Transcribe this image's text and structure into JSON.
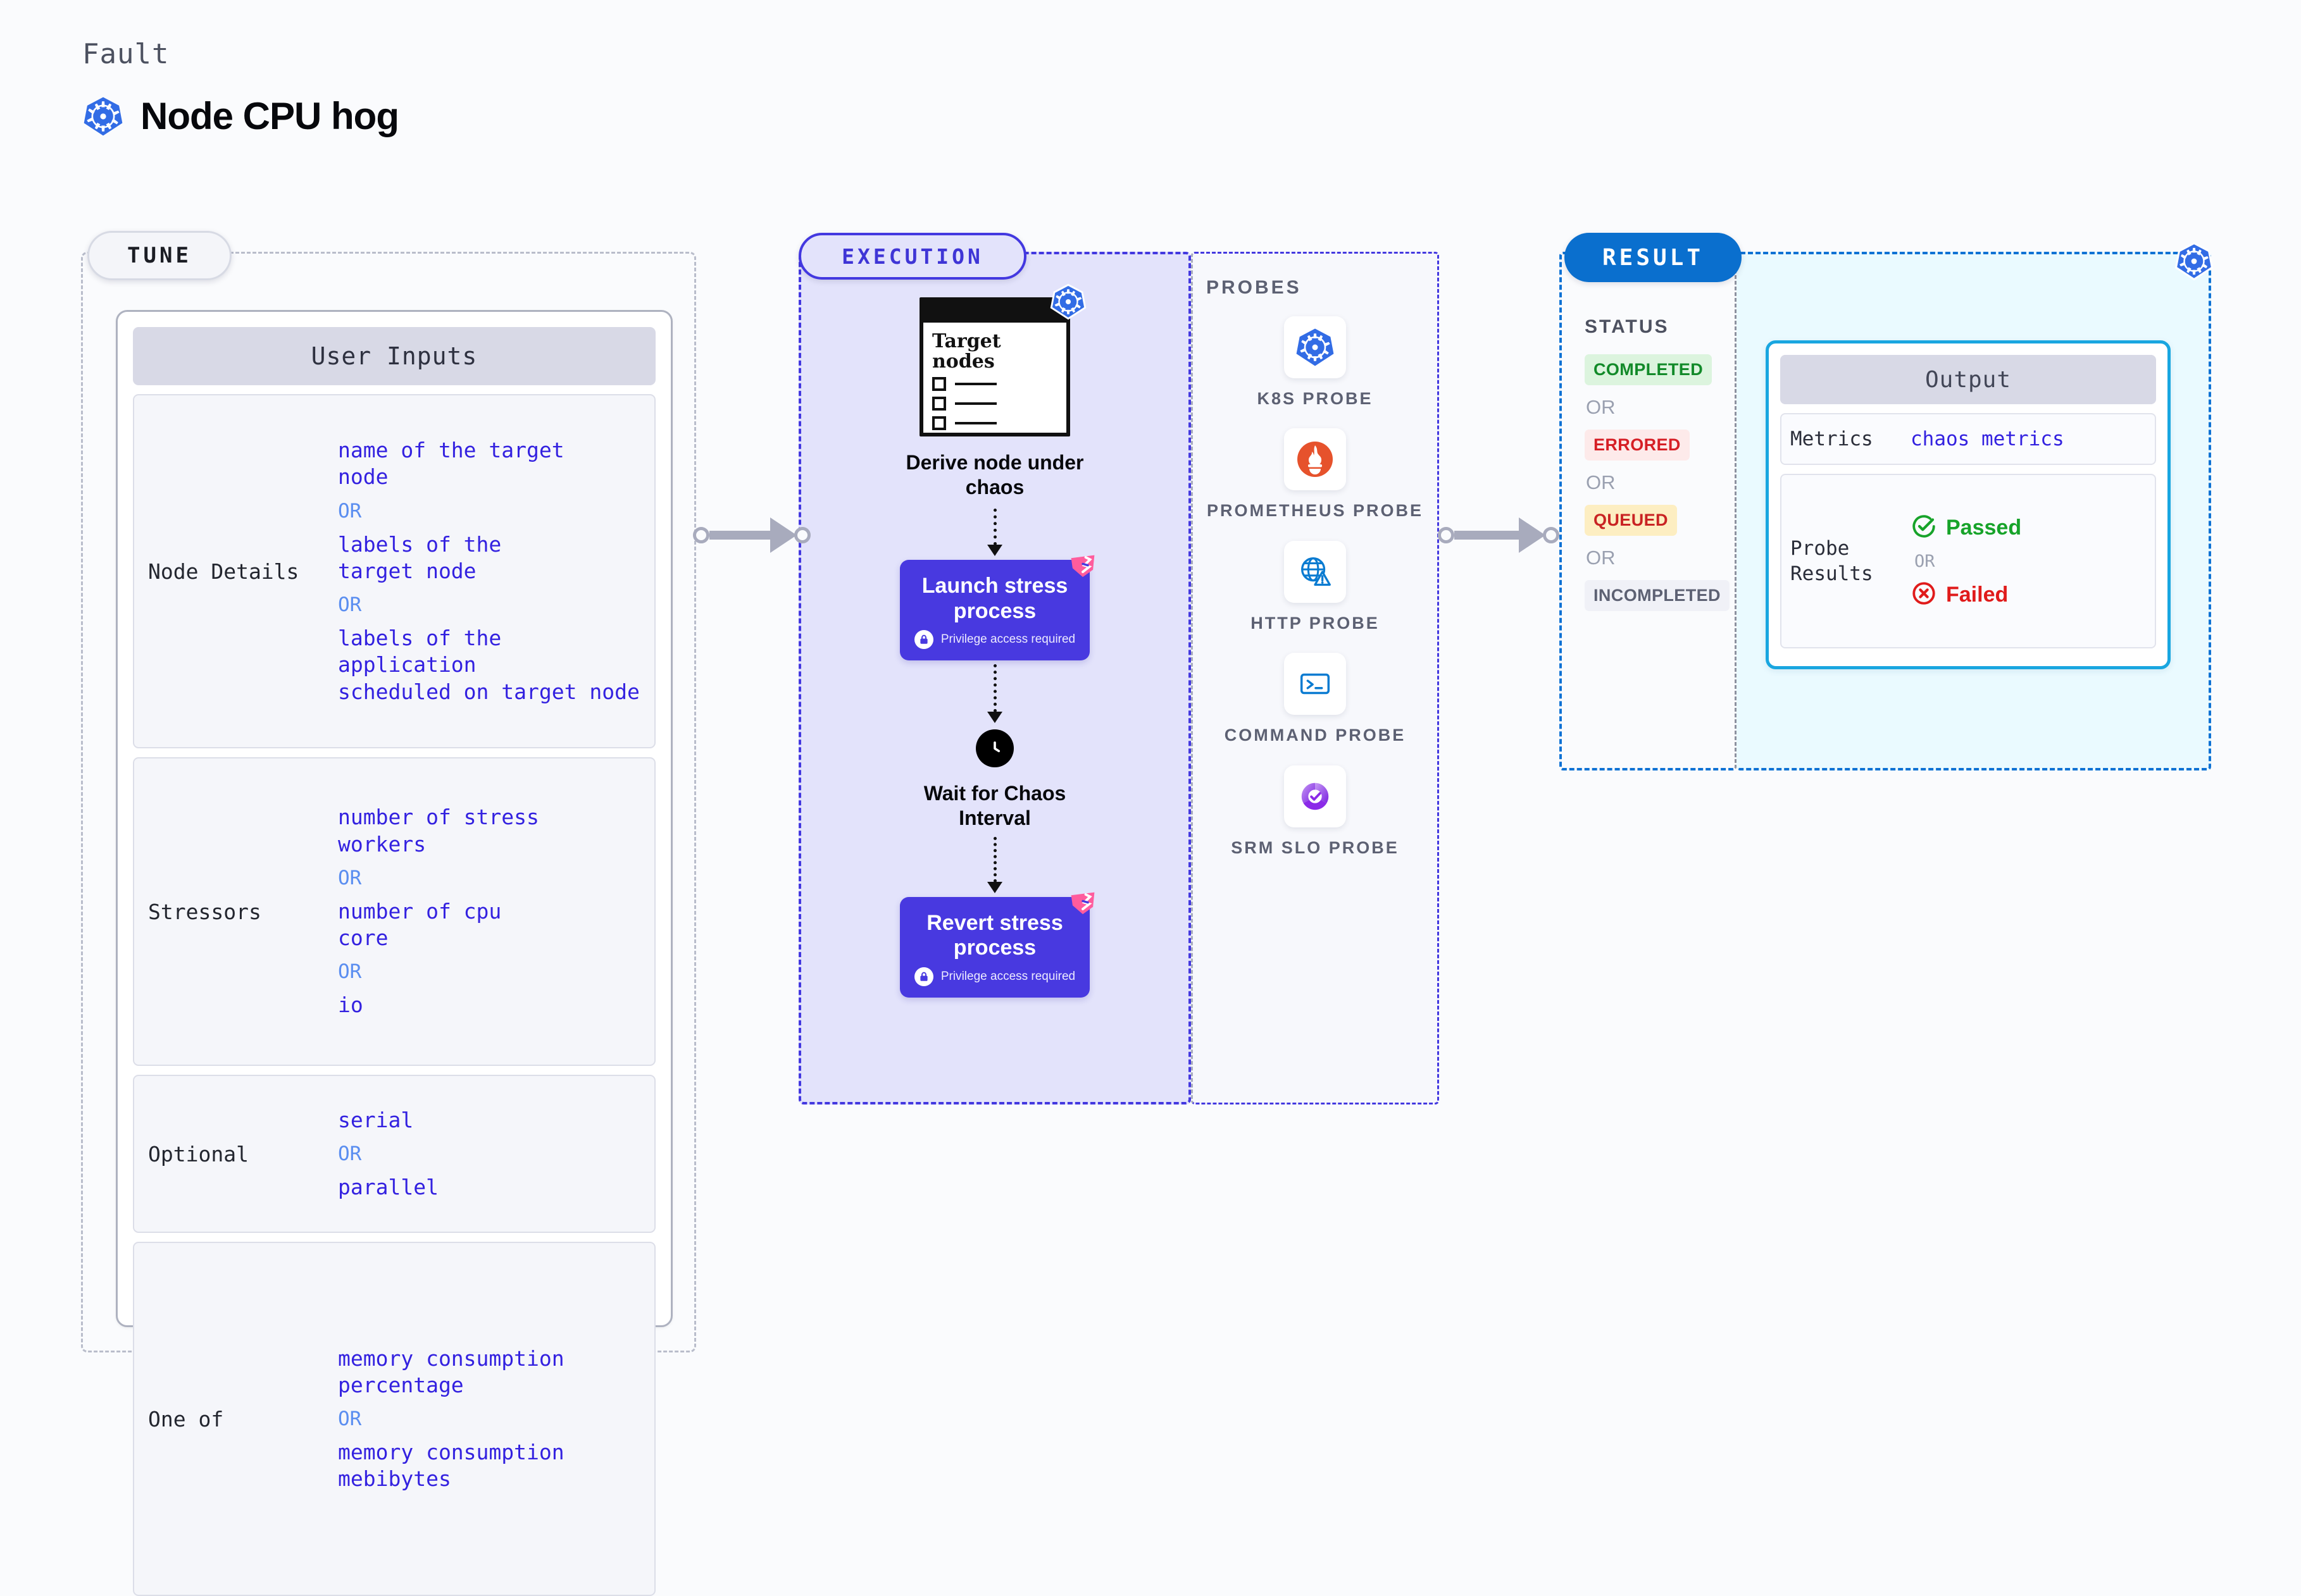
{
  "header": {
    "kicker": "Fault",
    "title": "Node CPU hog",
    "icon": "kubernetes-icon"
  },
  "tune": {
    "tag": "TUNE",
    "card_title": "User Inputs",
    "rows": [
      {
        "key": "Node Details",
        "values": [
          "name of the target\nnode",
          "labels of the\ntarget node",
          "labels of the application\n scheduled on target node"
        ],
        "separator": "OR"
      },
      {
        "key": "Stressors",
        "values": [
          "number of stress\nworkers",
          "number of cpu\ncore",
          "io"
        ],
        "separator": "OR"
      },
      {
        "key": "Optional",
        "values": [
          "serial",
          "parallel"
        ],
        "separator": "OR"
      },
      {
        "key": "One of",
        "values": [
          "memory consumption\npercentage",
          "memory consumption\nmebibytes"
        ],
        "separator": "OR"
      }
    ]
  },
  "execution": {
    "tag": "EXECUTION",
    "steps": [
      {
        "type": "target-card",
        "card_title": "Target\nnodes",
        "caption": "Derive node under chaos",
        "icon": "kubernetes-icon"
      },
      {
        "type": "process",
        "title": "Launch stress process",
        "subtitle": "Privilege access required",
        "icon": "lock-icon",
        "ribbon": "litmus-ribbon"
      },
      {
        "type": "clock",
        "caption": "Wait for Chaos Interval",
        "icon": "clock-icon"
      },
      {
        "type": "process",
        "title": "Revert stress process",
        "subtitle": "Privilege access required",
        "icon": "lock-icon",
        "ribbon": "litmus-ribbon"
      }
    ]
  },
  "probes": {
    "title": "PROBES",
    "items": [
      {
        "label": "K8S PROBE",
        "icon": "kubernetes-icon"
      },
      {
        "label": "PROMETHEUS PROBE",
        "icon": "prometheus-icon"
      },
      {
        "label": "HTTP PROBE",
        "icon": "globe-warning-icon"
      },
      {
        "label": "COMMAND PROBE",
        "icon": "terminal-icon"
      },
      {
        "label": "SRM SLO PROBE",
        "icon": "srm-slo-icon"
      }
    ]
  },
  "result": {
    "tag": "RESULT",
    "status_title": "STATUS",
    "separator": "OR",
    "statuses": [
      {
        "label": "COMPLETED",
        "text_color": "#128a29",
        "bg_color": "#dcf4de"
      },
      {
        "label": "ERRORED",
        "text_color": "#d61f26",
        "bg_color": "#fdeaea"
      },
      {
        "label": "QUEUED",
        "text_color": "#c92323",
        "bg_color": "#fdeec2"
      },
      {
        "label": "INCOMPLETED",
        "text_color": "#5d6173",
        "bg_color": "#f0f1f7"
      }
    ],
    "corner_icon": "kubernetes-icon",
    "output": {
      "title": "Output",
      "metrics_key": "Metrics",
      "metrics_value": "chaos metrics",
      "probe_key": "Probe\nResults",
      "passed_label": "Passed",
      "passed_icon": "check-circle-icon",
      "passed_color": "#17a32a",
      "separator": "OR",
      "failed_label": "Failed",
      "failed_icon": "x-circle-icon",
      "failed_color": "#e01b1b"
    }
  },
  "connectors": [
    {
      "name": "tune-to-execution"
    },
    {
      "name": "execution-to-result"
    }
  ]
}
